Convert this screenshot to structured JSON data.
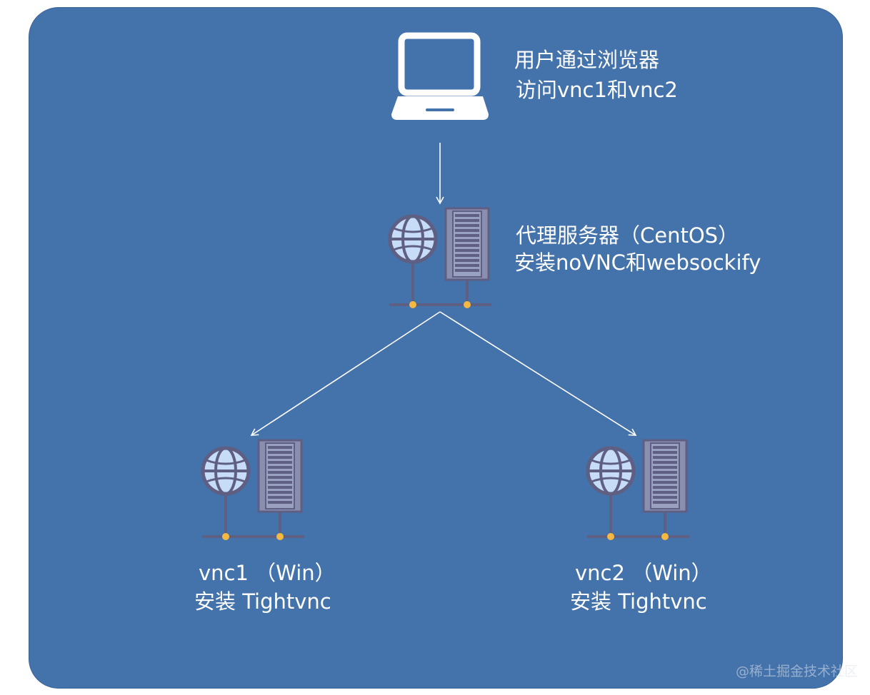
{
  "nodes": {
    "client": {
      "line1": "用户通过浏览器",
      "line2": "访问vnc1和vnc2",
      "icon": "laptop-icon"
    },
    "proxy": {
      "line1": "代理服务器（CentOS）",
      "line2": "安装noVNC和websockify",
      "icon": "server-network-icon"
    },
    "vnc1": {
      "line1": "vnc1 （Win）",
      "line2": "安装 Tightvnc",
      "icon": "server-network-icon"
    },
    "vnc2": {
      "line1": "vnc2 （Win）",
      "line2": "安装 Tightvnc",
      "icon": "server-network-icon"
    }
  },
  "watermark": "@稀土掘金技术社区",
  "colors": {
    "background": "#4472ab",
    "icon_stroke": "#5f5f84",
    "globe_fill": "#c6dcf7",
    "server_fill": "#8a8fb0",
    "dot": "#f5b942",
    "text": "#ffffff"
  }
}
